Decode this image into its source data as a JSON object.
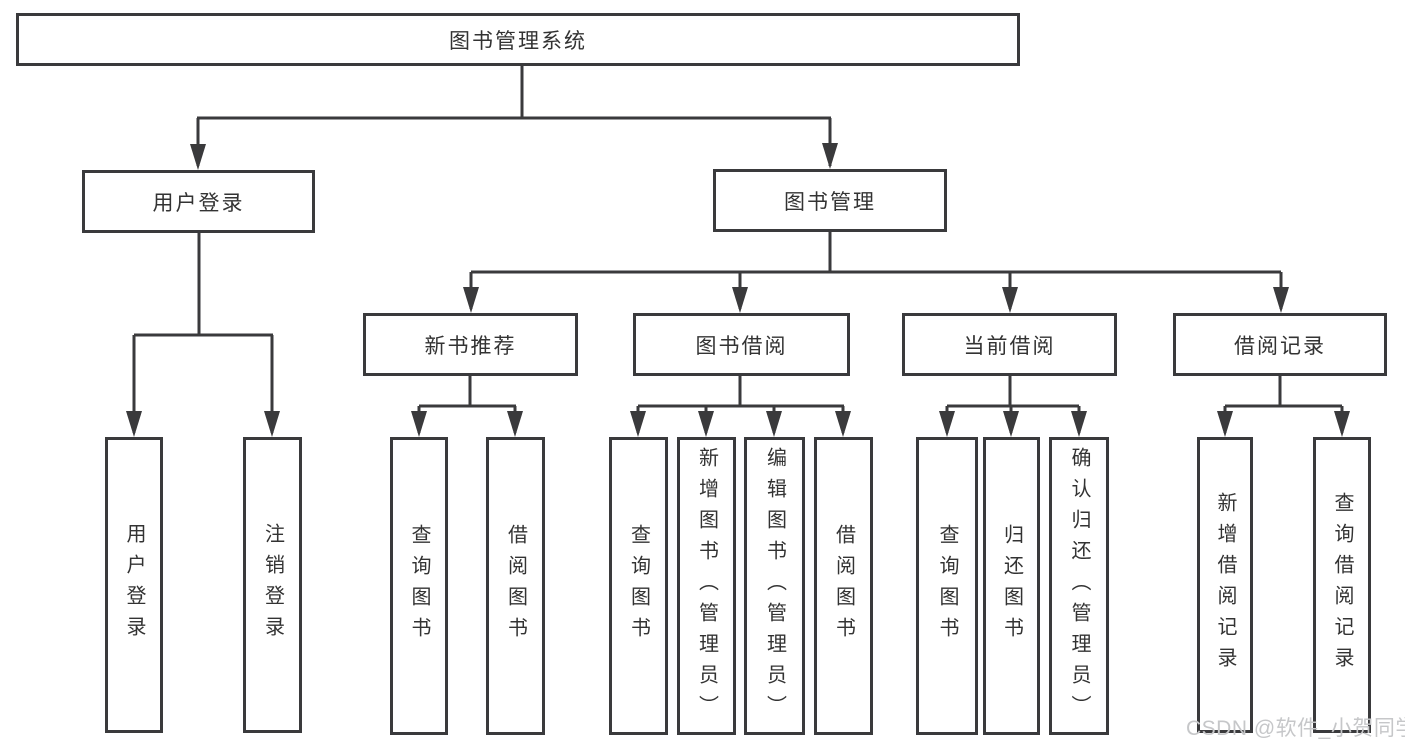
{
  "tree": {
    "label": "图书管理系统",
    "children": [
      {
        "label": "用户登录",
        "children": [
          {
            "label": "用户登录"
          },
          {
            "label": "注销登录"
          }
        ]
      },
      {
        "label": "图书管理",
        "children": [
          {
            "label": "新书推荐",
            "children": [
              {
                "label": "查询图书"
              },
              {
                "label": "借阅图书"
              }
            ]
          },
          {
            "label": "图书借阅",
            "children": [
              {
                "label": "查询图书"
              },
              {
                "label": "新增图书（管理员）"
              },
              {
                "label": "编辑图书（管理员）"
              },
              {
                "label": "借阅图书"
              }
            ]
          },
          {
            "label": "当前借阅",
            "children": [
              {
                "label": "查询图书"
              },
              {
                "label": "归还图书"
              },
              {
                "label": "确认归还（管理员）"
              }
            ]
          },
          {
            "label": "借阅记录",
            "children": [
              {
                "label": "新增借阅记录"
              },
              {
                "label": "查询借阅记录"
              }
            ]
          }
        ]
      }
    ]
  },
  "watermark": {
    "text": "CSDN @软件_小贺同学"
  },
  "colors": {
    "line": "#3a3a3c",
    "text": "#333333",
    "watermark": "#c6c7c9",
    "background": "#ffffff"
  }
}
